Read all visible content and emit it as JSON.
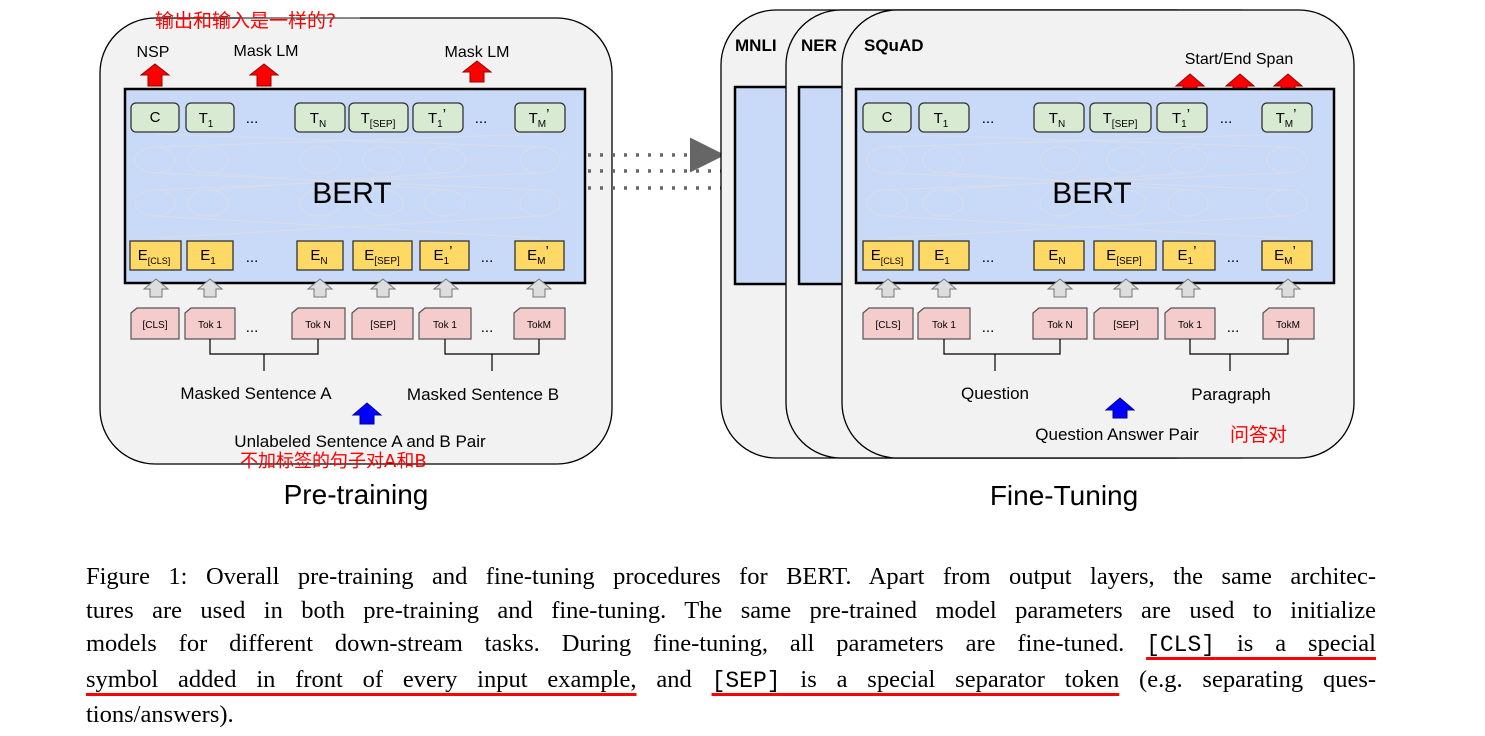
{
  "colors": {
    "panel_fill": "#f2f2f2",
    "bert_fill": "#c9daf8",
    "output_token_fill": "#d9ead3",
    "embedding_fill": "#ffd966",
    "input_token_fill": "#f4cccc",
    "arrow_red": "#ff0000",
    "arrow_blue": "#0000ff",
    "annotation_red": "#ff0000"
  },
  "pretraining": {
    "title": "Pre-training",
    "model_label": "BERT",
    "output_heads": [
      "NSP",
      "Mask LM",
      "Mask LM"
    ],
    "outputs": [
      {
        "main": "C",
        "sub": ""
      },
      {
        "main": "T",
        "sub": "1"
      },
      {
        "main": "T",
        "sub": "N"
      },
      {
        "main": "T",
        "sub": "[SEP]"
      },
      {
        "main": "T",
        "sub": "1",
        "prime": "’"
      },
      {
        "main": "T",
        "sub": "M",
        "prime": "’"
      }
    ],
    "embeddings": [
      {
        "main": "E",
        "sub": "[CLS]"
      },
      {
        "main": "E",
        "sub": "1"
      },
      {
        "main": "E",
        "sub": "N"
      },
      {
        "main": "E",
        "sub": "[SEP]"
      },
      {
        "main": "E",
        "sub": "1",
        "prime": "’"
      },
      {
        "main": "E",
        "sub": "M",
        "prime": "’"
      }
    ],
    "tokens": [
      "[CLS]",
      "Tok 1",
      "Tok N",
      "[SEP]",
      "Tok 1",
      "TokM"
    ],
    "ellipsis": "...",
    "segment_a": "Masked Sentence A",
    "segment_b": "Masked Sentence B",
    "input_pair": "Unlabeled Sentence A and B Pair"
  },
  "finetuning": {
    "title": "Fine-Tuning",
    "model_label": "BERT",
    "tasks": [
      "MNLI",
      "NER",
      "SQuAD"
    ],
    "output_head": "Start/End Span",
    "outputs": [
      {
        "main": "C",
        "sub": ""
      },
      {
        "main": "T",
        "sub": "1"
      },
      {
        "main": "T",
        "sub": "N"
      },
      {
        "main": "T",
        "sub": "[SEP]"
      },
      {
        "main": "T",
        "sub": "1",
        "prime": "’"
      },
      {
        "main": "T",
        "sub": "M",
        "prime": "’"
      }
    ],
    "embeddings": [
      {
        "main": "E",
        "sub": "[CLS]"
      },
      {
        "main": "E",
        "sub": "1"
      },
      {
        "main": "E",
        "sub": "N"
      },
      {
        "main": "E",
        "sub": "[SEP]"
      },
      {
        "main": "E",
        "sub": "1",
        "prime": "’"
      },
      {
        "main": "E",
        "sub": "M",
        "prime": "’"
      }
    ],
    "tokens": [
      "[CLS]",
      "Tok 1",
      "Tok N",
      "[SEP]",
      "Tok 1",
      "TokM"
    ],
    "ellipsis": "...",
    "segment_a": "Question",
    "segment_b": "Paragraph",
    "input_pair": "Question Answer Pair"
  },
  "annotations": {
    "top_note": "输出和输入是一样的?",
    "bottom_note": "不加标签的句子对A和B",
    "qa_note": "问答对"
  },
  "caption": {
    "line1": "Figure 1: Overall pre-training and fine-tuning procedures for BERT. Apart from output layers, the same architec-",
    "line2": "tures are used in both pre-training and fine-tuning.  The same pre-trained model parameters are used to initialize",
    "line3_a": "models for different down-stream tasks.  During fine-tuning, all parameters are fine-tuned.  ",
    "cls_token": "[CLS]",
    "line3_b": " is a special",
    "line4_a": "symbol added in front of every input example,",
    "line4_b": " and ",
    "sep_token": "[SEP]",
    "line4_c": " is a special separator token",
    "line4_d": " (e.g.  separating ques-",
    "line5": "tions/answers)."
  }
}
